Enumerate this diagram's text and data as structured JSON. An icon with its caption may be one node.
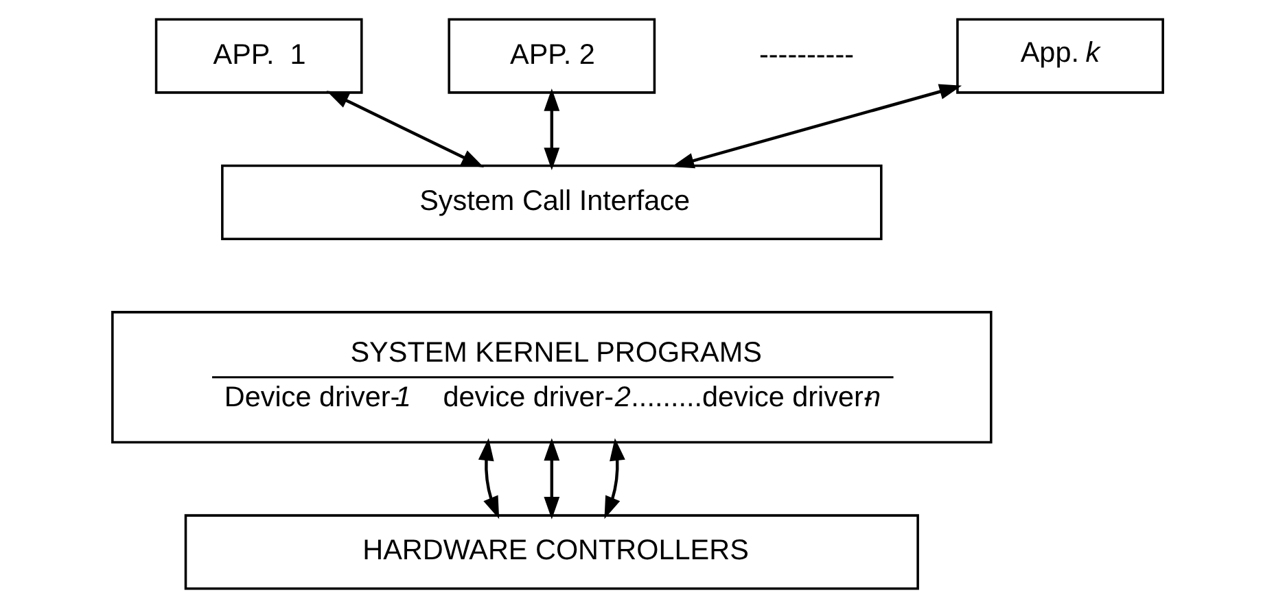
{
  "diagram": {
    "nodes": [
      {
        "text": [
          "APP.  1"
        ]
      },
      {
        "text": [
          "APP. 2"
        ]
      },
      {
        "text": [
          "App. *k*"
        ]
      },
      {
        "text": [
          "System Call Interface"
        ]
      },
      {
        "text": [
          "SYSTEM KERNEL PROGRAMS",
          "Device driver-*1*     device driver-*2*.........device driver-*n*"
        ]
      },
      {
        "text": [
          "HARDWARE CONTROLLERS"
        ]
      }
    ],
    "edges": [
      {
        "from": 0,
        "to": 3,
        "arrow": "both"
      },
      {
        "from": 1,
        "to": 3,
        "arrow": "both"
      },
      {
        "from": 2,
        "to": 3,
        "arrow": "both"
      },
      {
        "from": 4,
        "to": 5,
        "arrow": "both"
      },
      {
        "from": 4,
        "to": 5,
        "arrow": "both"
      },
      {
        "from": 4,
        "to": 5,
        "arrow": "both"
      }
    ],
    "labels": [
      "----------"
    ]
  }
}
